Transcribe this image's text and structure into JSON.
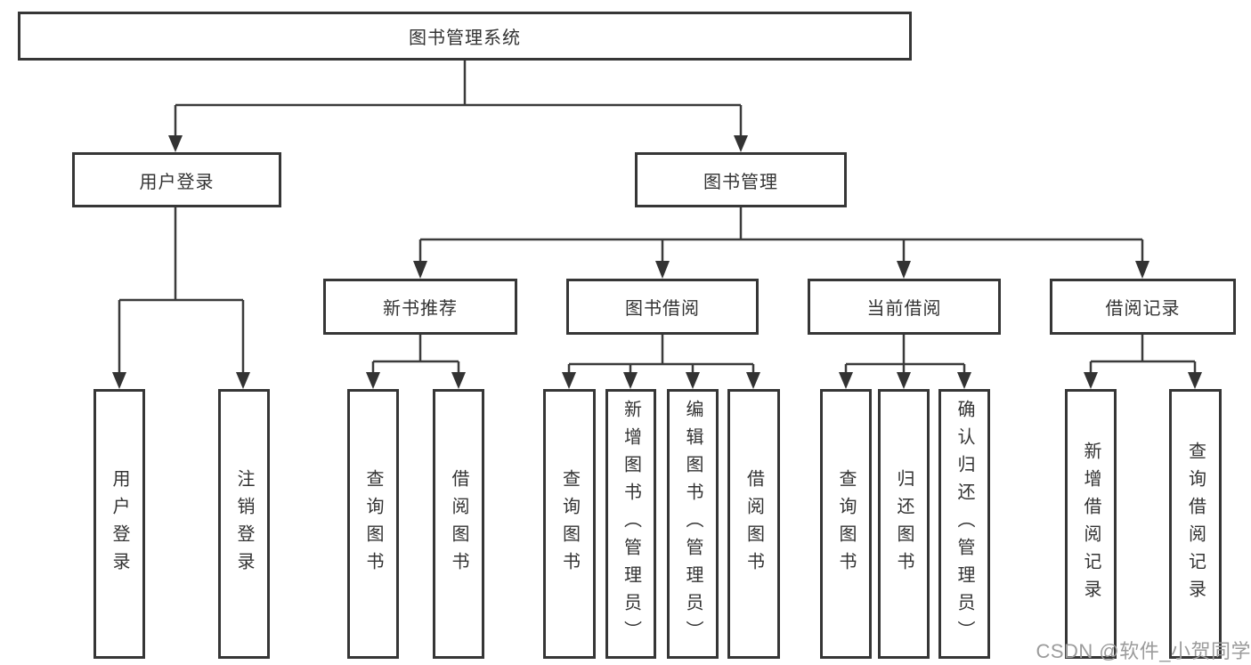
{
  "colors": {
    "line": "#3b3b3b",
    "border": "#363636",
    "text": "#333333",
    "watermark": "#9b9b9b",
    "background": "#ffffff"
  },
  "tree": {
    "root": {
      "label": "图书管理系统"
    },
    "branches": [
      {
        "label": "用户登录",
        "children": [
          {
            "label": "用户登录"
          },
          {
            "label": "注销登录"
          }
        ]
      },
      {
        "label": "图书管理",
        "groups": [
          {
            "label": "新书推荐",
            "children": [
              {
                "label": "查询图书"
              },
              {
                "label": "借阅图书"
              }
            ]
          },
          {
            "label": "图书借阅",
            "children": [
              {
                "label": "查询图书"
              },
              {
                "label": "新增图书（管理员）"
              },
              {
                "label": "编辑图书（管理员）"
              },
              {
                "label": "借阅图书"
              }
            ]
          },
          {
            "label": "当前借阅",
            "children": [
              {
                "label": "查询图书"
              },
              {
                "label": "归还图书"
              },
              {
                "label": "确认归还（管理员）"
              }
            ]
          },
          {
            "label": "借阅记录",
            "children": [
              {
                "label": "新增借阅记录"
              },
              {
                "label": "查询借阅记录"
              }
            ]
          }
        ]
      }
    ]
  },
  "watermark": {
    "text": "CSDN @软件_小贺同学"
  }
}
